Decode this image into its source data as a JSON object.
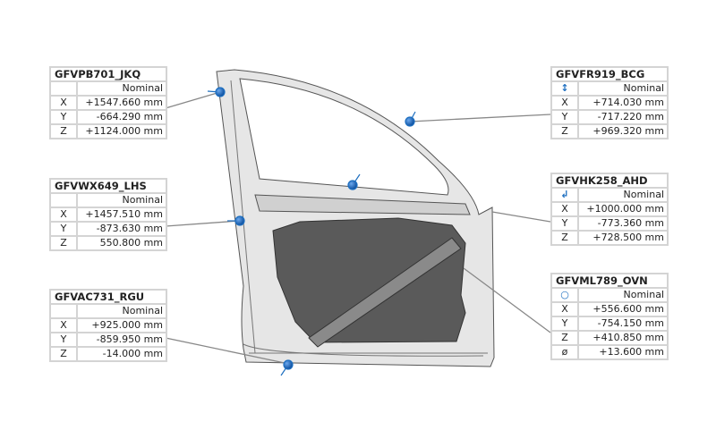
{
  "accent_color": "#1e6fc0",
  "cards": [
    {
      "id": "GFVPB701_JKQ",
      "icon": "",
      "header": "Nominal",
      "rows": [
        [
          "X",
          "+1547.660 mm"
        ],
        [
          "Y",
          "-664.290 mm"
        ],
        [
          "Z",
          "+1124.000 mm"
        ]
      ]
    },
    {
      "id": "GFVWX649_LHS",
      "icon": "",
      "header": "Nominal",
      "rows": [
        [
          "X",
          "+1457.510 mm"
        ],
        [
          "Y",
          "-873.630 mm"
        ],
        [
          "Z",
          "550.800 mm"
        ]
      ]
    },
    {
      "id": "GFVAC731_RGU",
      "icon": "",
      "header": "Nominal",
      "rows": [
        [
          "X",
          "+925.000 mm"
        ],
        [
          "Y",
          "-859.950 mm"
        ],
        [
          "Z",
          "-14.000 mm"
        ]
      ]
    },
    {
      "id": "GFVFR919_BCG",
      "icon": "vertical-arrow",
      "header": "Nominal",
      "rows": [
        [
          "X",
          "+714.030 mm"
        ],
        [
          "Y",
          "-717.220 mm"
        ],
        [
          "Z",
          "+969.320 mm"
        ]
      ]
    },
    {
      "id": "GFVHK258_AHD",
      "icon": "axes",
      "header": "Nominal",
      "rows": [
        [
          "X",
          "+1000.000 mm"
        ],
        [
          "Y",
          "-773.360 mm"
        ],
        [
          "Z",
          "+728.500 mm"
        ]
      ]
    },
    {
      "id": "GFVML789_OVN",
      "icon": "circle",
      "header": "Nominal",
      "rows": [
        [
          "X",
          "+556.600 mm"
        ],
        [
          "Y",
          "-754.150 mm"
        ],
        [
          "Z",
          "+410.850 mm"
        ],
        [
          "ø",
          "+13.600 mm"
        ]
      ]
    }
  ]
}
